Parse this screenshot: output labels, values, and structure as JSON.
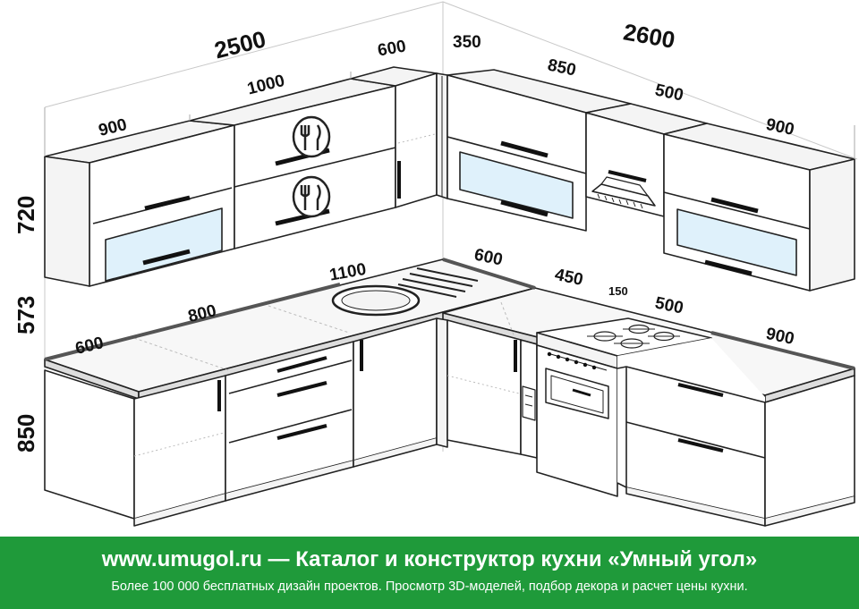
{
  "dimensions": {
    "total_left": "2500",
    "total_right": "2600",
    "upper_left_900": "900",
    "upper_left_1000": "1000",
    "upper_left_600": "600",
    "upper_right_350": "350",
    "upper_right_850": "850",
    "upper_right_500": "500",
    "upper_right_900": "900",
    "height_upper": "720",
    "height_gap": "573",
    "height_base": "850",
    "base_left_600": "600",
    "base_left_800": "800",
    "base_left_1100": "1100",
    "base_right_600": "600",
    "base_right_450": "450",
    "base_right_150": "150",
    "base_right_500": "500",
    "base_right_900": "900"
  },
  "banner": {
    "main": "www.umugol.ru — Каталог и конструктор кухни «Умный угол»",
    "sub": "Более 100 000 бесплатных дизайн проектов. Просмотр 3D-моделей, подбор декора и расчет цены кухни."
  },
  "colors": {
    "banner": "#1f9a3a",
    "glass": "#dff1fb",
    "line": "#222222"
  }
}
